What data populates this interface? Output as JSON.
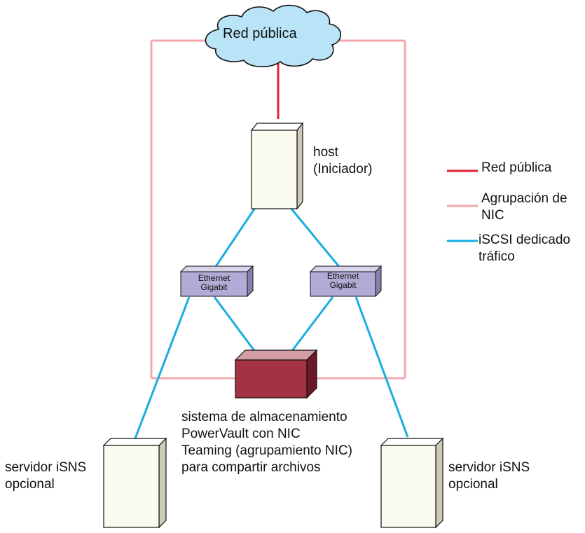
{
  "colors": {
    "public_network": "#e02232",
    "nic_teaming": "#f2a9ae",
    "iscsi": "#19aee0",
    "cloud_fill": "#b9e3f6",
    "switch_fill": "#b1abd5",
    "storage_fill": "#a33344",
    "server_fill": "#fbfaee"
  },
  "icons": {
    "cloud": "cloud-icon",
    "host": "server-tower-icon",
    "switch": "network-switch-icon",
    "storage": "storage-array-icon",
    "isns": "server-tower-icon"
  },
  "cloud": {
    "label": "Red pública"
  },
  "host": {
    "label_line1": "host",
    "label_line2": "(Iniciador)"
  },
  "switch_left": {
    "line1": "Ethernet",
    "line2": "Gigabit"
  },
  "switch_right": {
    "line1": "Ethernet",
    "line2": "Gigabit"
  },
  "storage": {
    "line1": "sistema de almacenamiento",
    "line2": "PowerVault con NIC",
    "line3": "Teaming (agrupamiento NIC)",
    "line4": "para compartir archivos"
  },
  "isns_left": {
    "line1": "servidor iSNS",
    "line2": "opcional"
  },
  "isns_right": {
    "line1": "servidor iSNS",
    "line2": "opcional"
  },
  "legend": {
    "public": "Red pública",
    "teaming_line1": "Agrupación de",
    "teaming_line2": "NIC",
    "iscsi_line1": "iSCSI dedicado",
    "iscsi_line2": "tráfico"
  }
}
